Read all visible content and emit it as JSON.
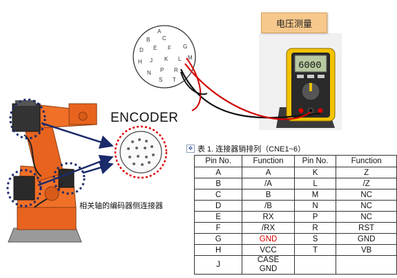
{
  "voltage_tag": "电压测量",
  "encoder_label": "ENCODER",
  "caption": "相关轴的编码器侧连接器",
  "table_title": "表  1. 连接器销排列（CNE1~6）",
  "connector_letters": [
    "A",
    "B",
    "C",
    "D",
    "E",
    "F",
    "G",
    "H",
    "J",
    "K",
    "L",
    "M",
    "N",
    "P",
    "R",
    "S",
    "T"
  ],
  "multimeter_display": "6000",
  "columns": [
    "Pin No.",
    "Function",
    "Pin No.",
    "Function"
  ],
  "rows": [
    [
      "A",
      "A",
      "K",
      "Z"
    ],
    [
      "B",
      "/A",
      "L",
      "/Z"
    ],
    [
      "C",
      "B",
      "M",
      "NC"
    ],
    [
      "D",
      "/B",
      "N",
      "NC"
    ],
    [
      "E",
      "RX",
      "P",
      "NC"
    ],
    [
      "F",
      "/RX",
      "R",
      "RST"
    ],
    [
      "G",
      "GND",
      "S",
      "GND"
    ],
    [
      "H",
      "VCC",
      "T",
      "VB"
    ],
    [
      "J",
      "CASE GND",
      "",
      ""
    ]
  ],
  "colors": {
    "highlight": "#e00000",
    "robot": "#e8641e",
    "tag_bg": "#f7c88c"
  }
}
